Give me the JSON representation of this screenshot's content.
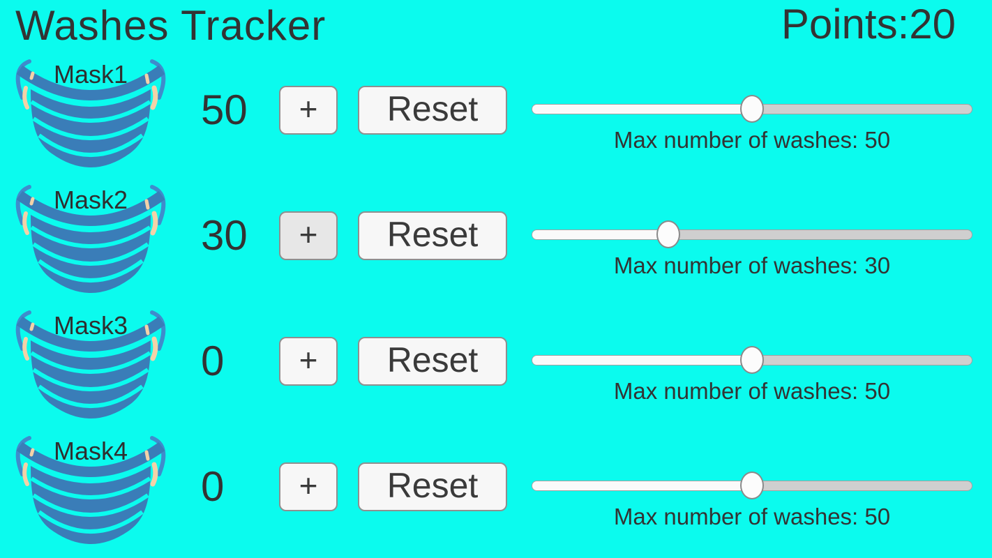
{
  "app": {
    "title": "Washes Tracker",
    "points_label": "Points:",
    "points_value": "20"
  },
  "colors": {
    "background": "#0bfbee",
    "text": "#333333",
    "mask_body": "#3a7db8",
    "mask_loop": "#3f8ccc",
    "mask_ear": "#f3d2a8",
    "button_bg": "#f7f7f7",
    "button_border": "#8f8f8f",
    "slider_track": "#cfcfcf",
    "slider_fill": "#fafafa"
  },
  "buttons": {
    "plus_label": "+",
    "reset_label": "Reset"
  },
  "masks": [
    {
      "name": "Mask1",
      "count": "50",
      "max_washes": 50,
      "max_label": "Max number of washes: 50",
      "slider_percent": 50,
      "plus_pressed": false
    },
    {
      "name": "Mask2",
      "count": "30",
      "max_washes": 30,
      "max_label": "Max number of washes: 30",
      "slider_percent": 30,
      "plus_pressed": true
    },
    {
      "name": "Mask3",
      "count": "0",
      "max_washes": 50,
      "max_label": "Max number of washes: 50",
      "slider_percent": 50,
      "plus_pressed": false
    },
    {
      "name": "Mask4",
      "count": "0",
      "max_washes": 50,
      "max_label": "Max number of washes: 50",
      "slider_percent": 50,
      "plus_pressed": false
    }
  ]
}
